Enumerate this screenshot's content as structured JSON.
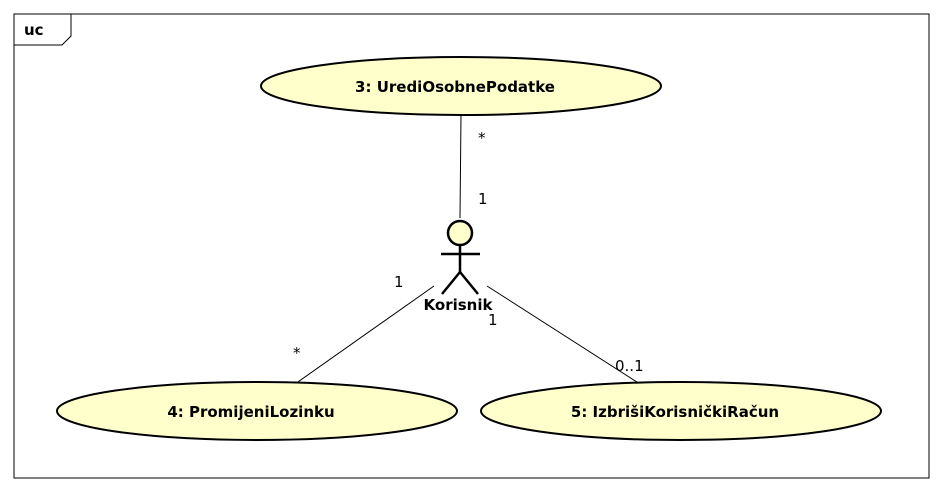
{
  "frame": {
    "label": "uc"
  },
  "actor": {
    "name": "Korisnik"
  },
  "use_cases": {
    "uc3": "3: UrediOsobnePodatke",
    "uc4": "4: PromijeniLozinku",
    "uc5": "5: IzbrišiKorisničkiRačun"
  },
  "multiplicities": {
    "uc3_end": "*",
    "uc3_actor_end": "1",
    "uc4_actor_end": "1",
    "uc4_end": "*",
    "uc5_actor_end": "1",
    "uc5_end": "0..1"
  },
  "colors": {
    "use_case_fill": "#ffffcc",
    "actor_fill": "#ffffcc",
    "stroke": "#000000"
  }
}
